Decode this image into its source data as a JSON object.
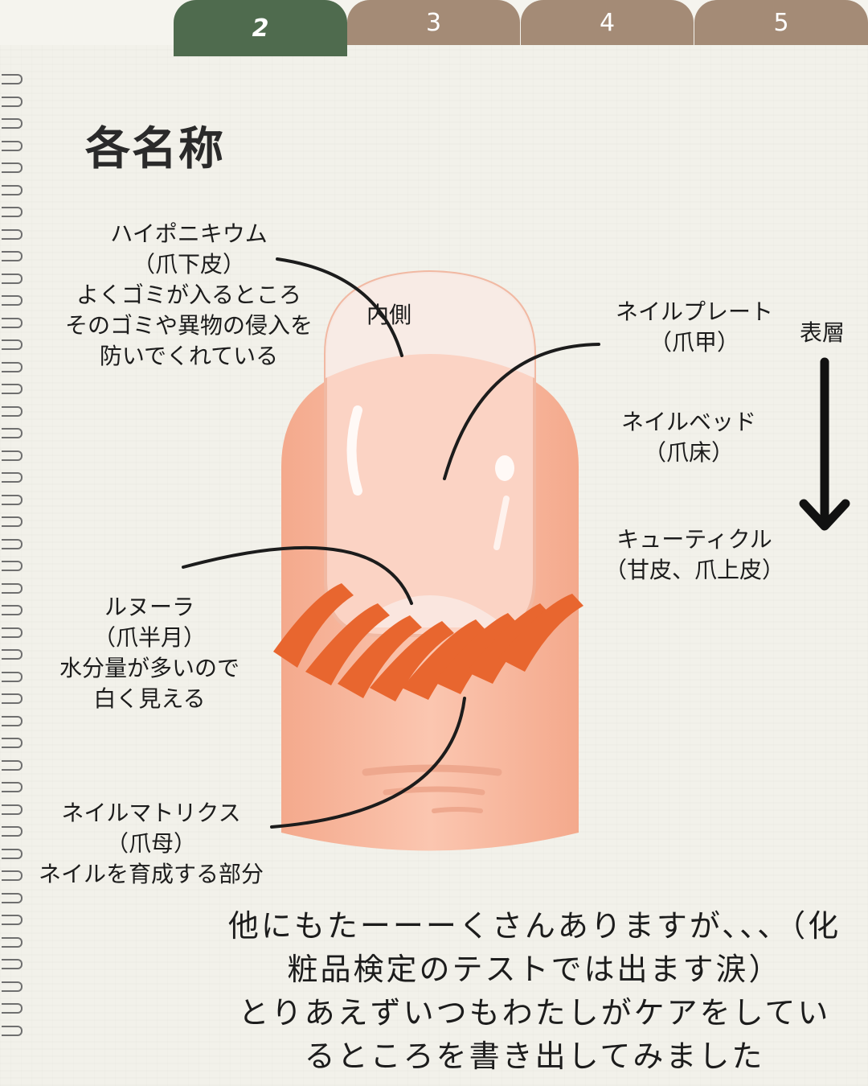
{
  "tabs": [
    {
      "label": "2",
      "active": true
    },
    {
      "label": "3",
      "active": false
    },
    {
      "label": "4",
      "active": false
    },
    {
      "label": "5",
      "active": false
    }
  ],
  "title": "各名称",
  "labels": {
    "hyponychium": [
      "ハイポニキウム",
      "（爪下皮）",
      "よくゴミが入るところ",
      "そのゴミや異物の侵入を",
      "防いでくれている"
    ],
    "inner": "内側",
    "nail_plate": [
      "ネイルプレート",
      "（爪甲）"
    ],
    "nail_bed": [
      "ネイルベッド",
      "（爪床）"
    ],
    "cuticle": [
      "キューティクル",
      "（甘皮、爪上皮）"
    ],
    "lunula": [
      "ルヌーラ",
      "（爪半月）",
      "水分量が多いので",
      "白く見える"
    ],
    "matrix": [
      "ネイルマトリクス",
      "（爪母）",
      "ネイルを育成する部分"
    ]
  },
  "layer_label": "表層",
  "bottom_text": [
    "他にもたーーーくさんありますが、、、（化",
    "粧品検定のテストでは出ます涙）",
    "とりあえずいつもわたしがケアをしてい",
    "るところを書き出してみました"
  ],
  "colors": {
    "tab_active": "#4f6b4e",
    "tab_inactive": "#a48b76",
    "skin": "#f7b8a0",
    "cuticle_stripes": "#e8662f",
    "arrow": "#111111"
  },
  "icons": {
    "arrow": "down-arrow-icon",
    "spiral": "spiral-binding-icon"
  }
}
